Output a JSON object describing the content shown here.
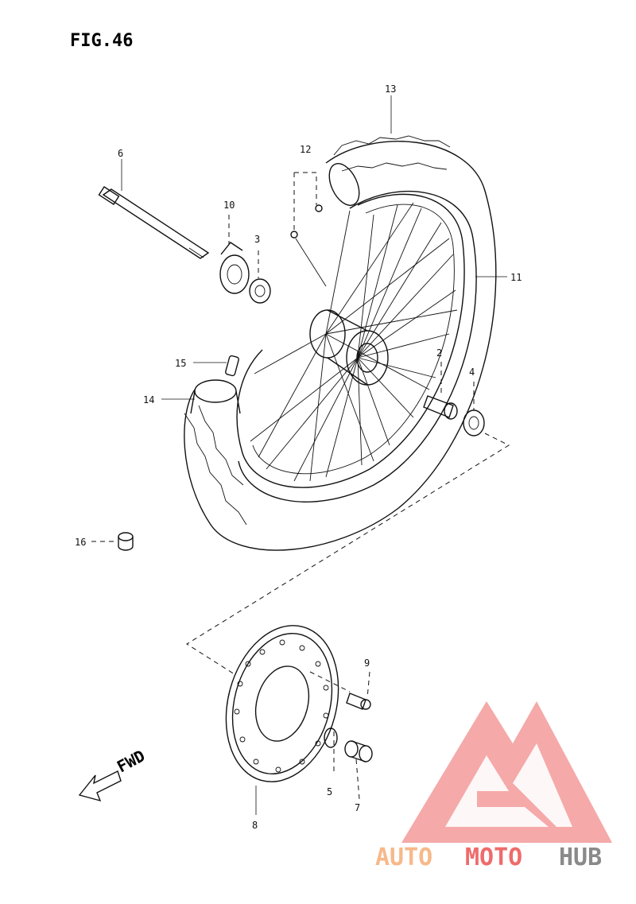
{
  "figure": {
    "title": "FIG.46"
  },
  "callouts": [
    "13",
    "12",
    "6",
    "10",
    "3",
    "11",
    "2",
    "4",
    "15",
    "14",
    "16",
    "9",
    "5",
    "7",
    "8"
  ],
  "direction_label": "FWD",
  "watermark": {
    "part1": "AUTO",
    "part2": "MOTO",
    "part3": "HUB",
    "colors": {
      "auto": "#f7b98a",
      "moto": "#ef6b6b",
      "hub": "#8a8a8a",
      "logo": "#f39a9a"
    }
  }
}
